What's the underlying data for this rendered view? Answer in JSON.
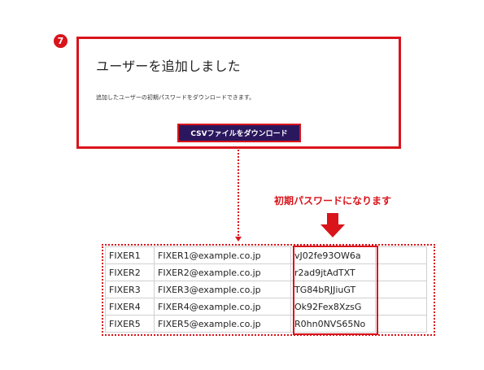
{
  "step": {
    "badge": "7"
  },
  "dialog": {
    "title": "ユーザーを追加しました",
    "message": "追加したユーザーの初期パスワードをダウンロードできます。",
    "download_button": "CSVファイルをダウンロード"
  },
  "callout": {
    "label": "初期パスワードになります"
  },
  "users": {
    "rows": [
      {
        "name": "FIXER1",
        "email": "FIXER1@example.co.jp",
        "password": "vJ02fe93OW6a"
      },
      {
        "name": "FIXER2",
        "email": "FIXER2@example.co.jp",
        "password": "r2ad9jtAdTXT"
      },
      {
        "name": "FIXER3",
        "email": "FIXER3@example.co.jp",
        "password": "TG84bRJJiuGT"
      },
      {
        "name": "FIXER4",
        "email": "FIXER4@example.co.jp",
        "password": "Ok92Fex8XzsG"
      },
      {
        "name": "FIXER5",
        "email": "FIXER5@example.co.jp",
        "password": "R0hn0NVS65No"
      }
    ]
  },
  "colors": {
    "accent": "#d9141b",
    "button_bg": "#2b175e"
  }
}
